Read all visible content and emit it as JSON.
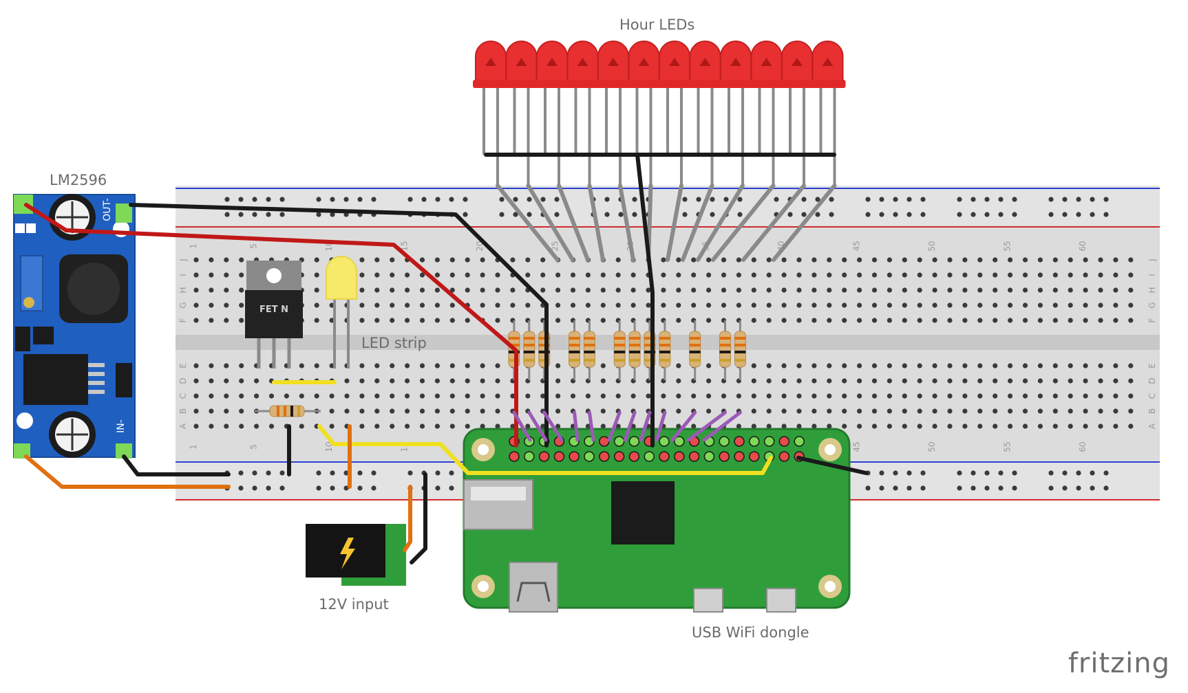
{
  "labels": {
    "hour_leds": "Hour LEDs",
    "regulator": "LM2596",
    "regulator_out": "OUT-",
    "regulator_in": "IN-",
    "led_strip": "LED strip",
    "fet": "FET N",
    "power_input": "12V input",
    "wifi": "USB WiFi dongle",
    "logo": "fritzing"
  },
  "breadboard": {
    "column_numbers": [
      "1",
      "5",
      "10",
      "15",
      "20",
      "25",
      "30",
      "35",
      "40",
      "45",
      "50",
      "55",
      "60"
    ],
    "top_rows": [
      "J",
      "I",
      "H",
      "G",
      "F"
    ],
    "bottom_rows": [
      "E",
      "D",
      "C",
      "B",
      "A"
    ]
  },
  "hour_led_count": 12,
  "colors": {
    "led_red": "#e83030",
    "wire_black": "#1a1a1a",
    "wire_red": "#c01818",
    "wire_yellow": "#f0e020",
    "wire_orange": "#e07010",
    "pi_green": "#2f9e3a",
    "regulator_blue": "#1f5fc0"
  }
}
